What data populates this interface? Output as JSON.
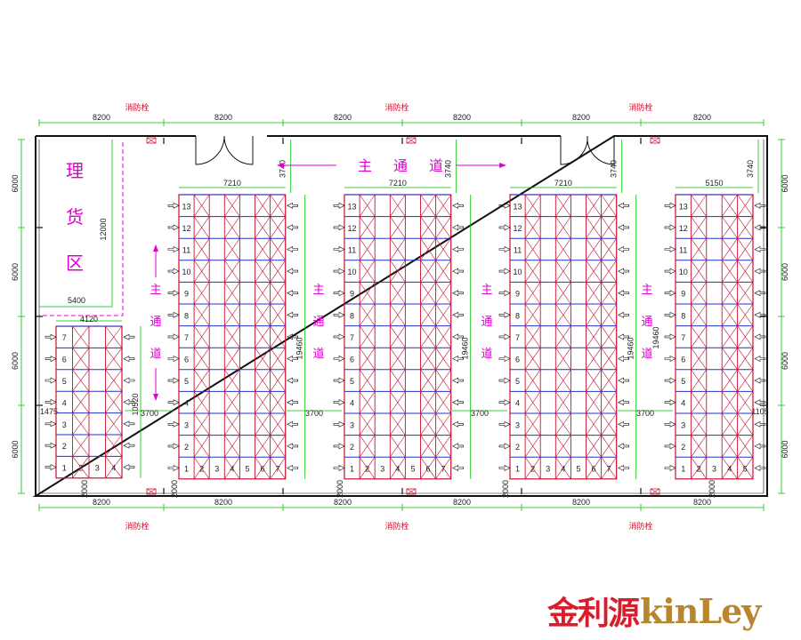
{
  "colors": {
    "rack": "#c8102e",
    "beam": "#2233cc",
    "dimension": "#00c000",
    "label": "#e000d0",
    "wall": "#111111",
    "logo_red": "#d81e2c",
    "logo_gold": "#b8862e"
  },
  "labels": {
    "main_aisle": "主通道",
    "main_aisle_vertical": "主通道",
    "staging_area": "理货区",
    "hydrant": "消防栓"
  },
  "dimensions": {
    "bay_width": "8200",
    "aisle_gap": "3740",
    "rack_width": "7210",
    "rack_width_small": "5150",
    "rack_width_left": "4120",
    "rack_length": "19460",
    "staging_height": "12000",
    "staging_width": "5400",
    "left_rack_length": "10520",
    "aisle_width": "3700",
    "side_row": "6000",
    "edge_left": "1475",
    "edge_right": "1105",
    "stamp": "2000"
  },
  "racks": [
    {
      "levels": [
        "13",
        "12",
        "11",
        "10",
        "9",
        "8",
        "7",
        "6",
        "5",
        "4",
        "3",
        "2",
        "1"
      ],
      "bays": [
        "1",
        "2",
        "3",
        "4",
        "5",
        "6",
        "7"
      ]
    },
    {
      "levels": [
        "13",
        "12",
        "11",
        "10",
        "9",
        "8",
        "7",
        "6",
        "5",
        "4",
        "3",
        "2",
        "1"
      ],
      "bays": [
        "1",
        "2",
        "3",
        "4",
        "5",
        "6",
        "7"
      ]
    },
    {
      "levels": [
        "13",
        "12",
        "11",
        "10",
        "9",
        "8",
        "7",
        "6",
        "5",
        "4",
        "3",
        "2",
        "1"
      ],
      "bays": [
        "1",
        "2",
        "3",
        "4",
        "5",
        "6",
        "7"
      ]
    },
    {
      "levels": [
        "13",
        "12",
        "11",
        "10",
        "9",
        "8",
        "7",
        "6",
        "5",
        "4",
        "3",
        "2",
        "1"
      ],
      "bays": [
        "1",
        "2",
        "3",
        "4",
        "5"
      ]
    }
  ],
  "left_rack": {
    "levels": [
      "7",
      "6",
      "5",
      "4",
      "3",
      "2",
      "1"
    ],
    "bays": [
      "1",
      "2",
      "3",
      "4"
    ]
  },
  "logo": {
    "cn": "金利源",
    "en": "kinLey"
  }
}
